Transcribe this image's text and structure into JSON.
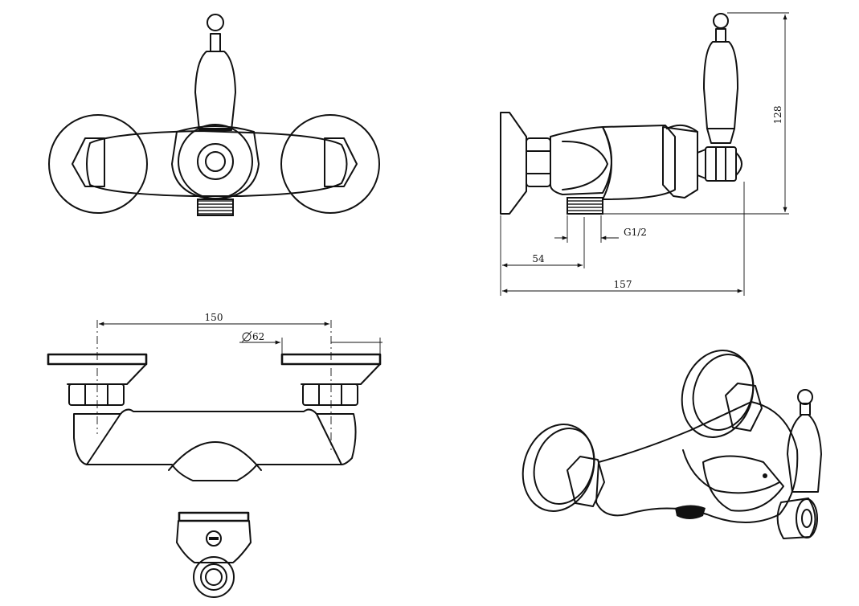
{
  "dimensions": {
    "height_total": "128",
    "thread_size": "G1/2",
    "outlet_offset": "54",
    "depth_total": "157",
    "centre_distance": "150",
    "flange_diameter": "62"
  },
  "colors": {
    "line": "#111111",
    "background": "#ffffff"
  }
}
